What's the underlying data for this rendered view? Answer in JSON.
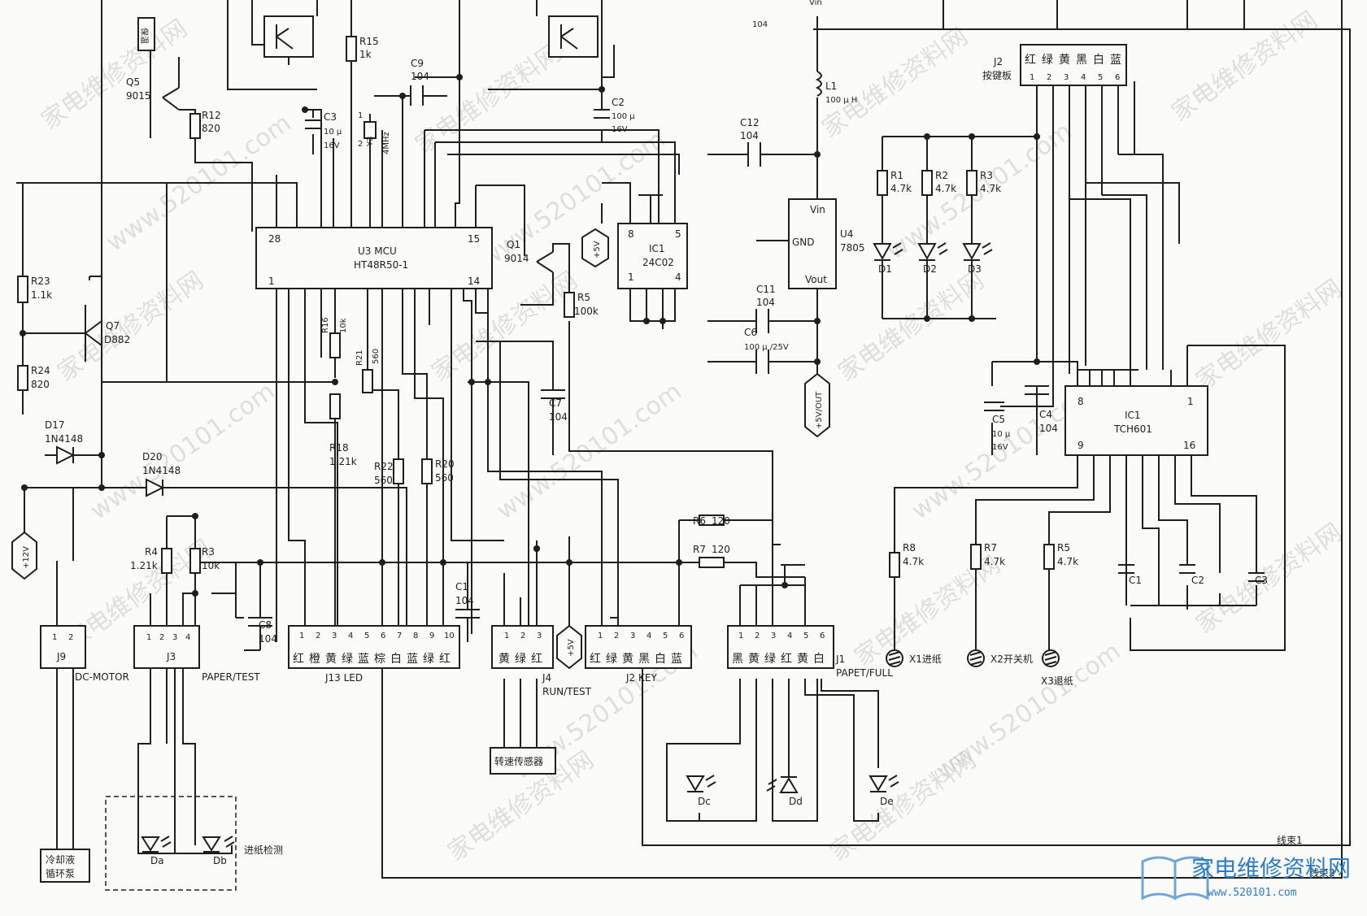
{
  "labels": {
    "q5": "Q5",
    "q5_type": "9015",
    "q5_tag": "保温",
    "r12": "R12",
    "r12_v": "820",
    "r15": "R15",
    "r15_v": "1k",
    "c9": "C9",
    "c9_v": "104",
    "c3": "C3",
    "c3_v1": "10 μ",
    "c3_v2": "16V",
    "y3": "Y3",
    "y3_v": "4MHz",
    "y3_p1": "1",
    "y3_p2": "2",
    "c2": "C2",
    "c2_v1": "100 μ",
    "c2_v2": "16V",
    "top_104": "104",
    "top_vin": "Vin",
    "l1": "L1",
    "l1_v": "100 μ H",
    "c12": "C12",
    "c12_v": "104",
    "u3": "U3 MCU",
    "u3_part": "HT48R50-1",
    "u3_p28": "28",
    "u3_p15": "15",
    "u3_p1": "1",
    "u3_p14": "14",
    "q1": "Q1",
    "q1_type": "9014",
    "r5a": "R5",
    "r5a_v": "100k",
    "ic1": "IC1",
    "ic1_part": "24C02",
    "ic1_p8": "8",
    "ic1_p5": "5",
    "ic1_p1": "1",
    "ic1_p4": "4",
    "p5v_a": "+5V",
    "u4": "U4",
    "u4_part": "7805",
    "u4_vin": "Vin",
    "u4_gnd": "GND",
    "u4_vout": "Vout",
    "c11": "C11",
    "c11_v": "104",
    "c6": "C6",
    "c6_v": "100 μ /25V",
    "out5v": "+5V/OUT",
    "r23": "R23",
    "r23_v": "1.1k",
    "q7": "Q7",
    "q7_type": "D882",
    "r24": "R24",
    "r24_v": "820",
    "r16": "R16",
    "r16_v": "10k",
    "r21": "R21",
    "r21_v": "560",
    "r18": "R18",
    "r18_v": "1.21k",
    "c7": "C7",
    "c7_v": "104",
    "d17": "D17",
    "d17_v": "1N4148",
    "d20": "D20",
    "d20_v": "1N4148",
    "r22": "R22",
    "r22_v": "560",
    "r20": "R20",
    "r20_v": "560",
    "p12v": "+12V",
    "r4": "R4",
    "r4_v": "1.21k",
    "r3b": "R3",
    "r3b_v": "10k",
    "c8": "C8",
    "c8_v": "104",
    "c1a": "C1",
    "c1a_v": "104",
    "r6": "R6",
    "r6_v": "120",
    "r7a": "R7",
    "r7a_v": "120",
    "j2": "J2",
    "j2_sub": "按键板",
    "j2_colors": [
      "红",
      "绿",
      "黄",
      "黑",
      "白",
      "蓝"
    ],
    "j2_pins": [
      "1",
      "2",
      "3",
      "4",
      "5",
      "6"
    ],
    "r1": "R1",
    "r1_v": "4.7k",
    "r2": "R2",
    "r2_v": "4.7k",
    "r3": "R3",
    "r3_v": "4.7k",
    "d1": "D1",
    "d2": "D2",
    "d3": "D3",
    "c5": "C5",
    "c5_v1": "10 μ",
    "c5_v2": "16V",
    "c4": "C4",
    "c4_v": "104",
    "ic1b": "IC1",
    "ic1b_part": "TCH601",
    "ic1b_p8": "8",
    "ic1b_p1": "1",
    "ic1b_p9": "9",
    "ic1b_p16": "16",
    "r8": "R8",
    "r8_v": "4.7k",
    "r7b": "R7",
    "r7b_v": "4.7k",
    "r5b": "R5",
    "r5b_v": "4.7k",
    "c1b": "C1",
    "c2b": "C2",
    "c3b": "C3",
    "x1": "X1进纸",
    "x2": "X2开关机",
    "x3": "X3退纸",
    "j9": "J9",
    "j9_pins": [
      "1",
      "2"
    ],
    "j9_label": "DC-MOTOR",
    "j3": "J3",
    "j3_pins": [
      "1",
      "2",
      "3",
      "4"
    ],
    "j3_label": "PAPER/TEST",
    "j13_label": "J13 LED",
    "j13_pins": [
      "1",
      "2",
      "3",
      "4",
      "5",
      "6",
      "7",
      "8",
      "9",
      "10"
    ],
    "j13_colors": [
      "红",
      "橙",
      "黄",
      "绿",
      "蓝",
      "棕",
      "白",
      "蓝",
      "绿",
      "红"
    ],
    "j4": "J4",
    "j4_label": "RUN/TEST",
    "j4_pins": [
      "1",
      "2",
      "3"
    ],
    "j4_colors": [
      "黄",
      "绿",
      "红"
    ],
    "p5v_b": "+5V",
    "j2key_label": "J2 KEY",
    "j2key_pins": [
      "1",
      "2",
      "3",
      "4",
      "5",
      "6"
    ],
    "j2key_colors": [
      "红",
      "绿",
      "黄",
      "黑",
      "白",
      "蓝"
    ],
    "j1": "J1",
    "j1_label": "PAPET/FULL",
    "j1_pins": [
      "1",
      "2",
      "3",
      "4",
      "5",
      "6"
    ],
    "j1_colors": [
      "黑",
      "黄",
      "绿",
      "红",
      "黄",
      "白"
    ],
    "pump_1": "冷却液",
    "pump_2": "循环泵",
    "da": "Da",
    "db": "Db",
    "feed_detect": "进纸检测",
    "sensor": "转速传感器",
    "dc": "Dc",
    "dd": "Dd",
    "de": "De",
    "bundle1": "线束1",
    "bundle2": "线束2",
    "logo_cn": "家电维修资料网",
    "logo_url": "www.520101.com",
    "watermark_cn": "家电维修资料网",
    "watermark_url": "www.520101.com"
  }
}
